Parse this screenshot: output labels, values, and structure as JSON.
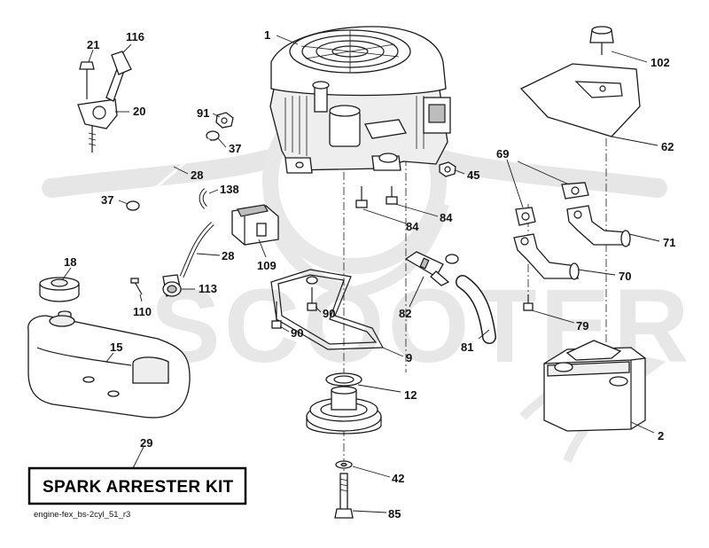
{
  "diagram": {
    "callouts": [
      {
        "id": "1",
        "text": "1"
      },
      {
        "id": "2",
        "text": "2"
      },
      {
        "id": "9",
        "text": "9"
      },
      {
        "id": "12",
        "text": "12"
      },
      {
        "id": "15",
        "text": "15"
      },
      {
        "id": "18",
        "text": "18"
      },
      {
        "id": "20",
        "text": "20"
      },
      {
        "id": "21",
        "text": "21"
      },
      {
        "id": "28a",
        "text": "28"
      },
      {
        "id": "28b",
        "text": "28"
      },
      {
        "id": "29",
        "text": "29"
      },
      {
        "id": "37a",
        "text": "37"
      },
      {
        "id": "37b",
        "text": "37"
      },
      {
        "id": "42",
        "text": "42"
      },
      {
        "id": "45",
        "text": "45"
      },
      {
        "id": "62",
        "text": "62"
      },
      {
        "id": "69",
        "text": "69"
      },
      {
        "id": "70",
        "text": "70"
      },
      {
        "id": "71",
        "text": "71"
      },
      {
        "id": "79",
        "text": "79"
      },
      {
        "id": "81",
        "text": "81"
      },
      {
        "id": "82",
        "text": "82"
      },
      {
        "id": "84a",
        "text": "84"
      },
      {
        "id": "84b",
        "text": "84"
      },
      {
        "id": "85",
        "text": "85"
      },
      {
        "id": "90a",
        "text": "90"
      },
      {
        "id": "90b",
        "text": "90"
      },
      {
        "id": "91",
        "text": "91"
      },
      {
        "id": "102",
        "text": "102"
      },
      {
        "id": "109",
        "text": "109"
      },
      {
        "id": "110",
        "text": "110"
      },
      {
        "id": "113",
        "text": "113"
      },
      {
        "id": "116",
        "text": "116"
      },
      {
        "id": "138",
        "text": "138"
      }
    ],
    "kit_label": "SPARK ARRESTER KIT",
    "file_name": "engine-fex_bs-2cyl_51_r3",
    "watermark_text": "SCOOTER"
  }
}
